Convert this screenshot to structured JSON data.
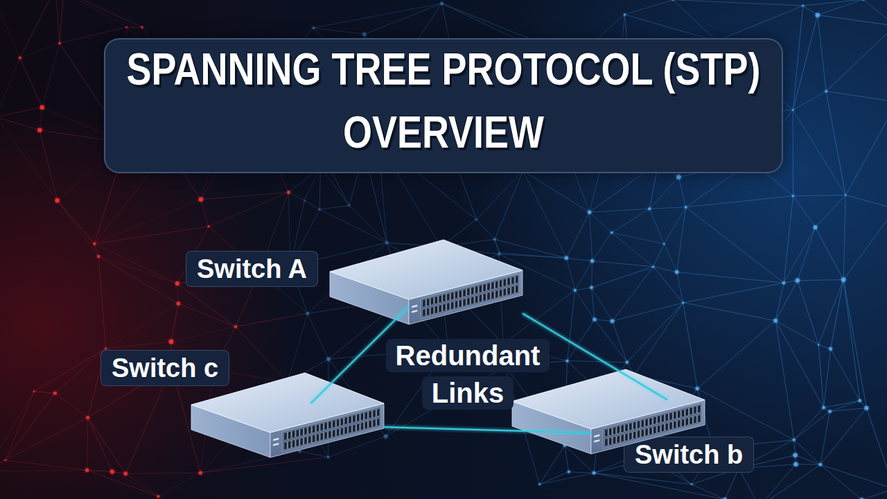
{
  "diagram": {
    "title": "SPANNING TREE PROTOCOL (STP) OVERVIEW",
    "nodes": [
      {
        "text": [
          "Switch A"
        ]
      },
      {
        "text": [
          "Switch c"
        ]
      },
      {
        "text": [
          "Switch b"
        ]
      }
    ],
    "edges": [
      {
        "from": 0,
        "to": 1,
        "arrow": "none"
      },
      {
        "from": 0,
        "to": 2,
        "arrow": "none"
      },
      {
        "from": 1,
        "to": 2,
        "arrow": "none"
      }
    ],
    "labels": [
      "Redundant Links"
    ]
  }
}
